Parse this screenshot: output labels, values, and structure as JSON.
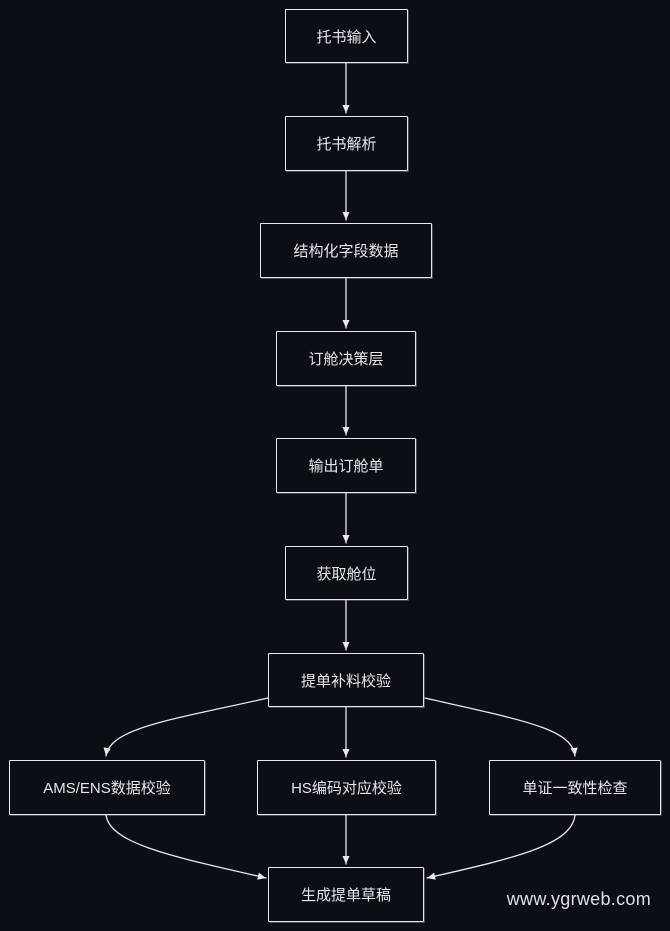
{
  "nodes": {
    "n1": "托书输入",
    "n2": "托书解析",
    "n3": "结构化字段数据",
    "n4": "订舱决策层",
    "n5": "输出订舱单",
    "n6": "获取舱位",
    "n7": "提单补料校验",
    "n8": "AMS/ENS数据校验",
    "n9": "HS编码对应校验",
    "n10": "单证一致性检查",
    "n11": "生成提单草稿"
  },
  "watermark": "www.ygrweb.com",
  "colors": {
    "background": "#0b0e14",
    "stroke": "#e8e8e8",
    "text": "#e6e6e6"
  }
}
